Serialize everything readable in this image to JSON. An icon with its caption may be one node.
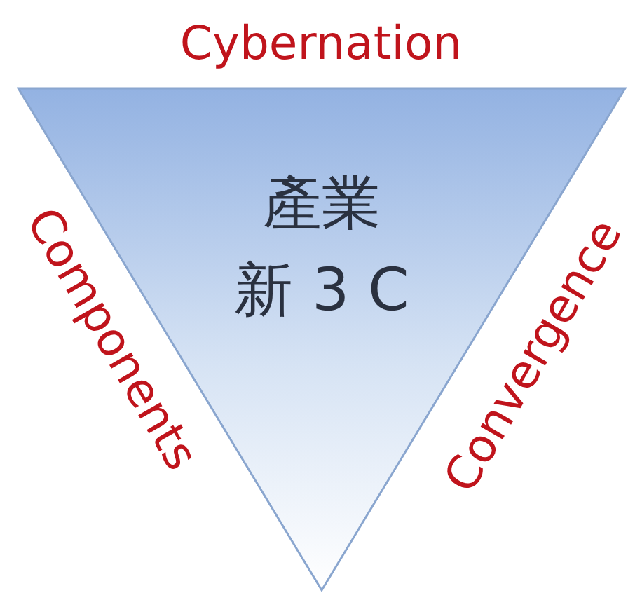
{
  "diagram": {
    "nodes": [
      {
        "text": [
          "產業",
          "新 3 C"
        ]
      }
    ],
    "labels": [
      "Cybernation",
      "Components",
      "Convergence"
    ]
  }
}
